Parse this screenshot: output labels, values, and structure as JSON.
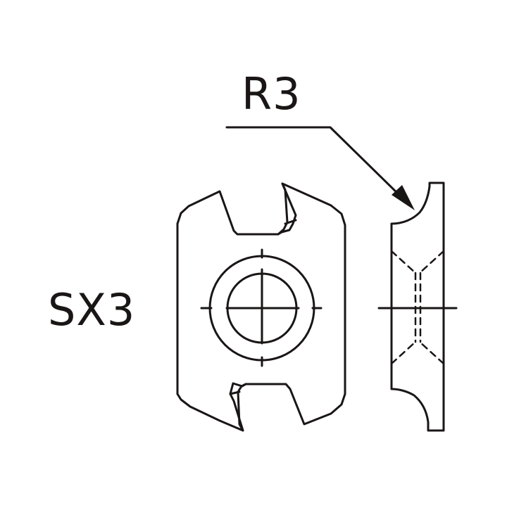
{
  "drawing": {
    "title": "Cutter insert technical drawing",
    "labels": {
      "radius_callout": "R3",
      "insert_code": "SX3"
    },
    "colors": {
      "line": "#1a1616",
      "background": "#ffffff"
    },
    "views": [
      {
        "name": "front-view",
        "description": "Insert face with two cutting notches and central mounting hole"
      },
      {
        "name": "side-view",
        "description": "Profile view with R3 radius and hidden countersink lines"
      }
    ]
  }
}
